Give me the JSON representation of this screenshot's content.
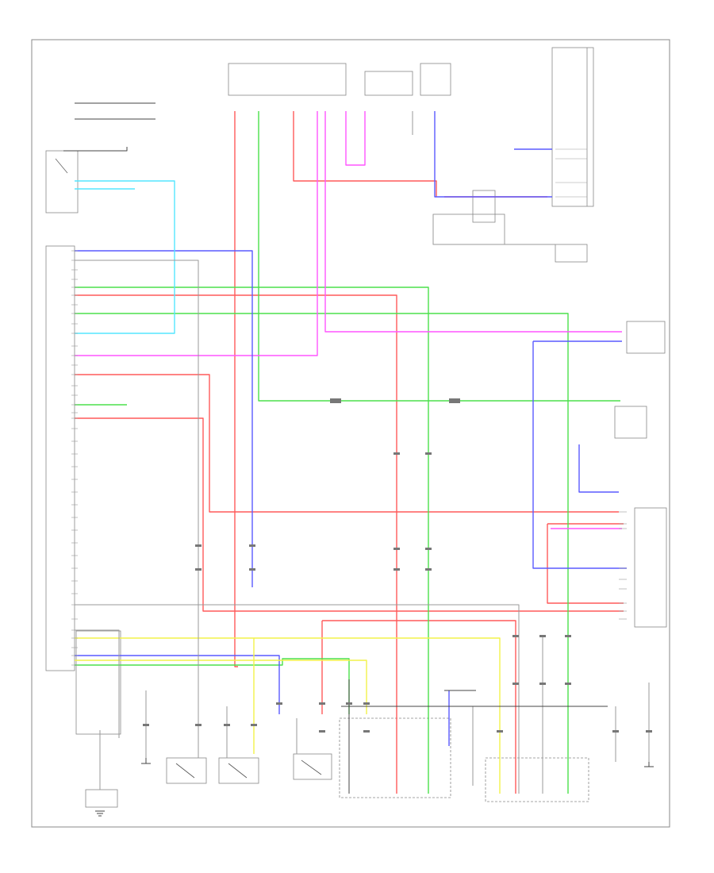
{
  "diagram": {
    "footer_code": "",
    "wire_colors": {
      "red": "#ff5a5a",
      "green": "#4be04b",
      "magenta": "#ff55ff",
      "blue": "#5a5aff",
      "cyan": "#55e6ff",
      "yellow": "#f2f24a",
      "gray": "#9a9a9a",
      "dark": "#444444"
    },
    "components": [
      {
        "id": "fuse-block-top"
      },
      {
        "id": "relay-block-top-center"
      },
      {
        "id": "relay-block-top-right"
      },
      {
        "id": "switch-box-top-left"
      },
      {
        "id": "four-wheel-drive-control-ecu"
      },
      {
        "id": "right-connector-stack"
      },
      {
        "id": "ground-right-1"
      },
      {
        "id": "ground-right-2"
      },
      {
        "id": "transfer-switch-1"
      },
      {
        "id": "transfer-switch-2"
      },
      {
        "id": "transfer-switch-3"
      },
      {
        "id": "actuator-assembly-front"
      },
      {
        "id": "actuator-assembly-rear"
      },
      {
        "id": "ground-bottom-left"
      },
      {
        "id": "ground-bottom-right"
      }
    ]
  }
}
